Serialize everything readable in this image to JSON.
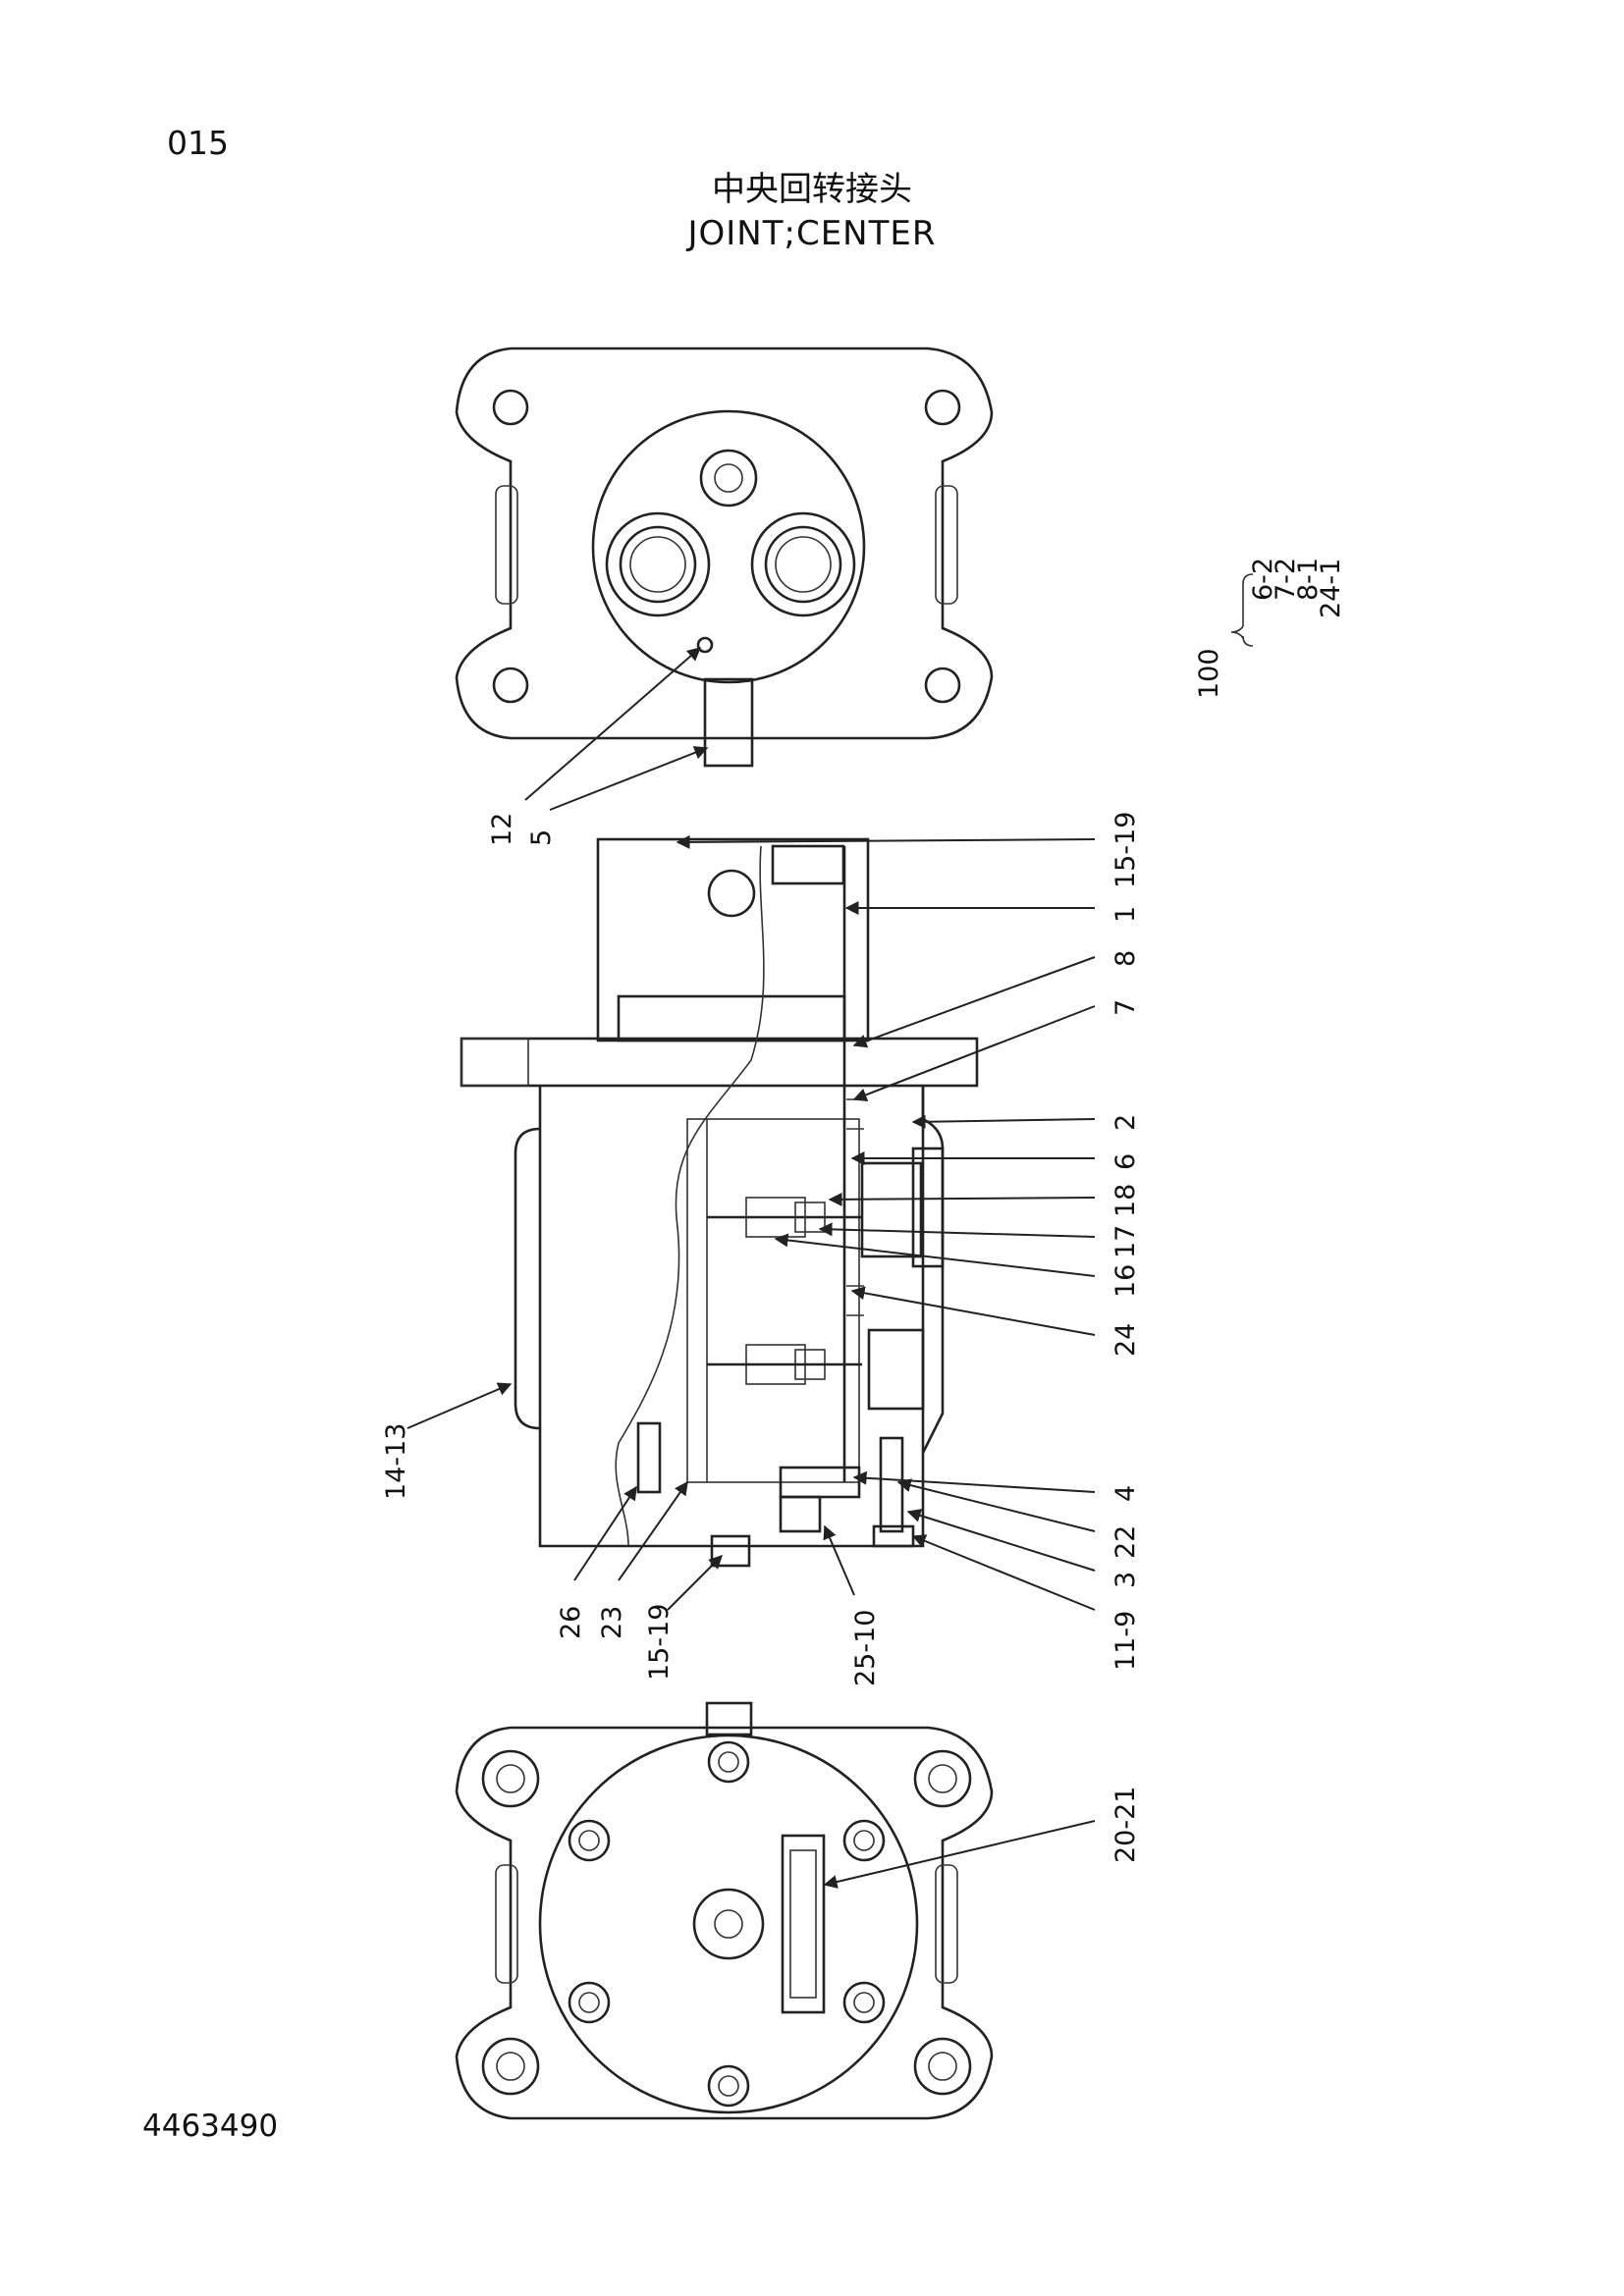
{
  "page": {
    "number": "015",
    "title_cn": "中央回转接头",
    "title_en": "JOINT;CENTER",
    "doc_number": "4463490"
  },
  "callouts": {
    "c12": "12",
    "c5": "5",
    "c15_19_top": "15-19",
    "c1": "1",
    "c8": "8",
    "c7": "7",
    "c2": "2",
    "c6": "6",
    "c18": "18",
    "c17": "17",
    "c16": "16",
    "c24": "24",
    "c4": "4",
    "c22": "22",
    "c3": "3",
    "c11_9": "11-9",
    "c25_10": "25-10",
    "c15_19_bottom": "15-19",
    "c23": "23",
    "c26": "26",
    "c14_13": "14-13",
    "c20_21": "20-21"
  },
  "kit": {
    "label": "100",
    "items": [
      "6-2",
      "7-2",
      "8-1",
      "24-1"
    ]
  }
}
